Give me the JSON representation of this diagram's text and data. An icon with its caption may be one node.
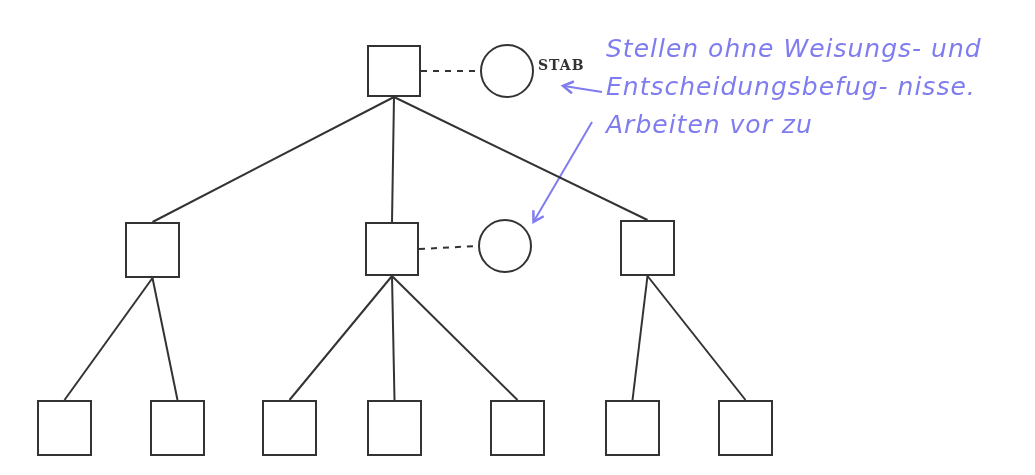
{
  "diagram": {
    "nodes": [
      {
        "text": [],
        "shape": "box"
      },
      {
        "text": [],
        "shape": "circle",
        "beside": [
          "STAB"
        ]
      },
      {
        "text": [
          "Stellen ohne Weisungs- und Entscheidungsbefug- nisse. Arbeiten vor zu"
        ]
      },
      {
        "text": [],
        "shape": "box"
      },
      {
        "text": [],
        "shape": "box"
      },
      {
        "text": [],
        "shape": "circle"
      },
      {
        "text": [],
        "shape": "box"
      },
      {
        "text": [],
        "shape": "box"
      },
      {
        "text": [],
        "shape": "box"
      },
      {
        "text": [],
        "shape": "box"
      },
      {
        "text": [],
        "shape": "box"
      },
      {
        "text": [],
        "shape": "box"
      },
      {
        "text": [],
        "shape": "box"
      },
      {
        "text": [],
        "shape": "box"
      }
    ],
    "edges": [
      {
        "from": 0,
        "to": 1,
        "arrow": "none",
        "style": "dashed"
      },
      {
        "from": 2,
        "to": 1,
        "arrow": "to",
        "color": "#7f7cf0"
      },
      {
        "from": 2,
        "to": 5,
        "arrow": "to",
        "color": "#7f7cf0"
      },
      {
        "from": 0,
        "to": 3,
        "arrow": "none"
      },
      {
        "from": 0,
        "to": 4,
        "arrow": "none"
      },
      {
        "from": 0,
        "to": 6,
        "arrow": "none"
      },
      {
        "from": 4,
        "to": 5,
        "arrow": "none",
        "style": "dashed"
      },
      {
        "from": 3,
        "to": 7,
        "arrow": "none"
      },
      {
        "from": 3,
        "to": 8,
        "arrow": "none"
      },
      {
        "from": 4,
        "to": 9,
        "arrow": "none"
      },
      {
        "from": 4,
        "to": 10,
        "arrow": "none"
      },
      {
        "from": 4,
        "to": 11,
        "arrow": "none"
      },
      {
        "from": 6,
        "to": 12,
        "arrow": "none"
      },
      {
        "from": 6,
        "to": 13,
        "arrow": "none"
      }
    ]
  }
}
